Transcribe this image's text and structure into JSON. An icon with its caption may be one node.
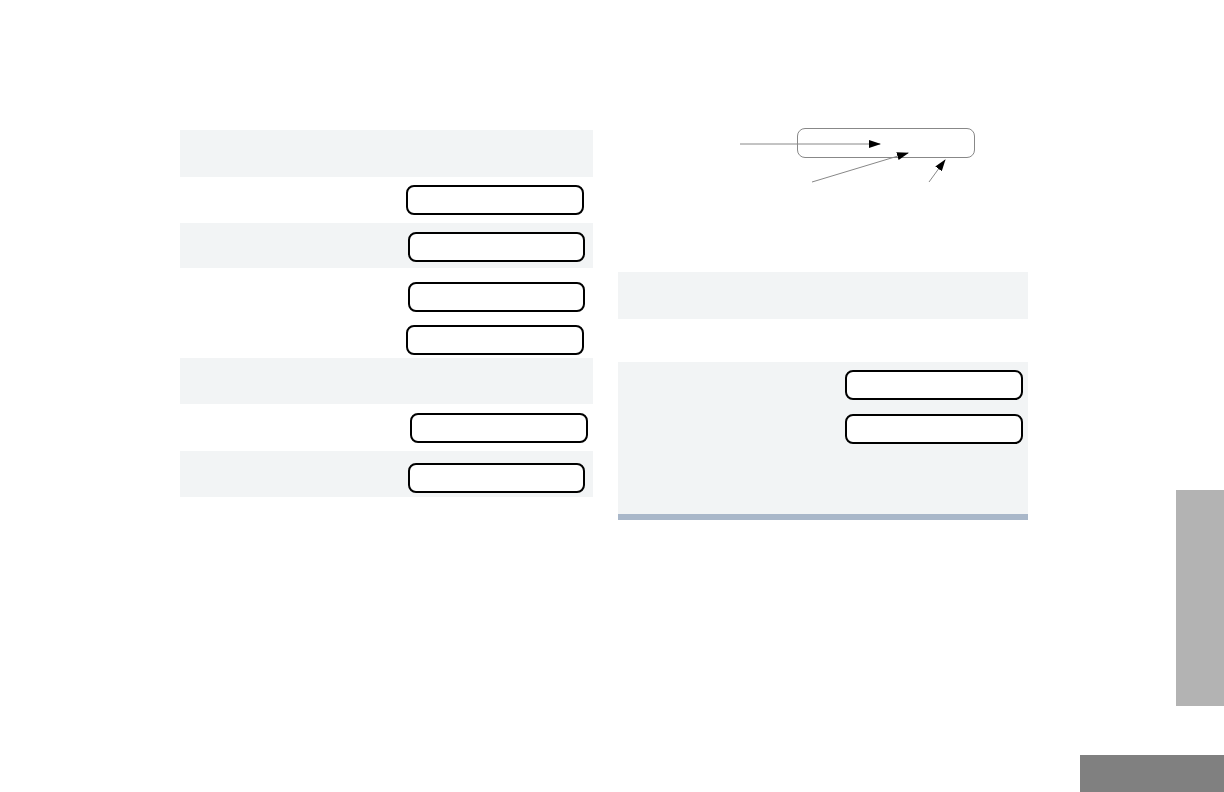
{
  "diagram": {
    "nodes": [
      {
        "text": [],
        "shape": "box"
      },
      {
        "text": [],
        "shape": "box"
      },
      {
        "text": [],
        "shape": "box"
      },
      {
        "text": [],
        "shape": "box"
      },
      {
        "text": [],
        "shape": "box"
      },
      {
        "text": [],
        "shape": "box"
      },
      {
        "text": [],
        "shape": "box"
      },
      {
        "text": [],
        "shape": "box"
      },
      {
        "text": [],
        "shape": "box"
      },
      {
        "text": [],
        "shape": "bar"
      },
      {
        "text": [],
        "shape": "bar"
      }
    ],
    "edges": [
      {
        "from": null,
        "to": 6,
        "arrow": "to"
      },
      {
        "from": null,
        "to": 6,
        "arrow": "to"
      },
      {
        "from": null,
        "to": 6,
        "arrow": "to"
      }
    ]
  }
}
